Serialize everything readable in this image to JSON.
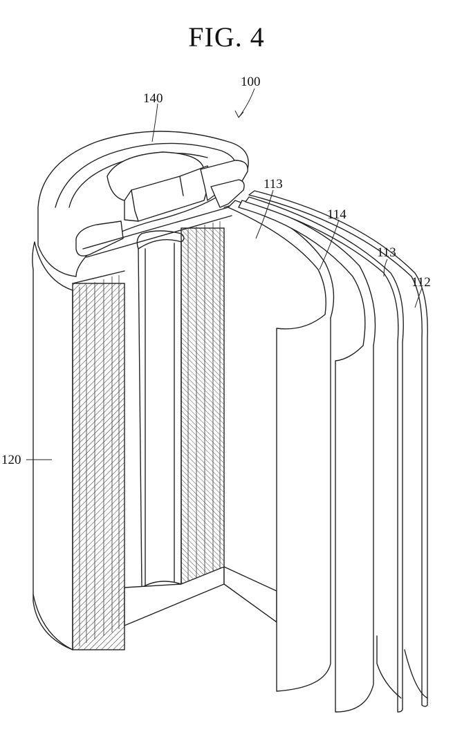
{
  "figure": {
    "title": "FIG. 4"
  },
  "labels": {
    "battery": "100",
    "cap_assembly": "140",
    "separator_upper": "113",
    "electrode_mid": "114",
    "separator_right": "113",
    "electrode_right": "112",
    "can": "120"
  }
}
